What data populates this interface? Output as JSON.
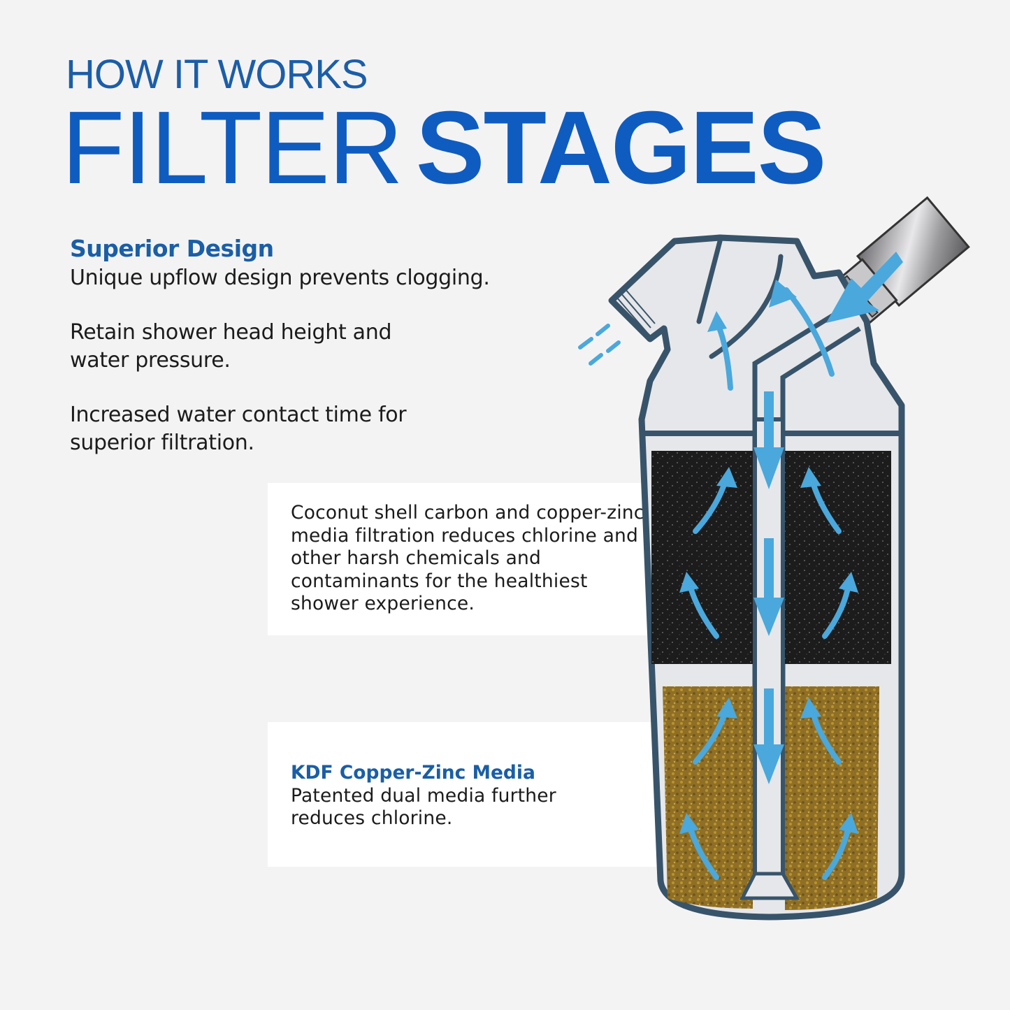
{
  "header": {
    "kicker": "HOW IT WORKS",
    "title_light": "FILTER",
    "title_bold": "STAGES"
  },
  "design_section": {
    "heading": "Superior Design",
    "paragraphs": [
      "Unique upflow design prevents clogging.",
      "Retain shower head height and water pressure.",
      "Increased water contact time for superior filtration."
    ]
  },
  "stage_cards": [
    {
      "heading": "",
      "body": "Coconut shell carbon and copper-zinc media filtration reduces chlorine and other harsh chemicals and contaminants for the healthiest shower experience."
    },
    {
      "heading": "KDF Copper-Zinc Media",
      "body": "Patented dual media further reduces chlorine."
    }
  ],
  "diagram": {
    "icons": [
      "shower-filter-cutaway",
      "inlet-pipe",
      "water-flow-arrows",
      "water-spray"
    ],
    "colors": {
      "outline": "#38546a",
      "housing": "#e6e7ea",
      "arrow": "#4aa8dc",
      "carbon": "#1e1e1e",
      "kdf": "#9a7a2c",
      "pipe_metal": "#9a9a9c"
    }
  },
  "colors": {
    "background": "#f4f3f4",
    "accent": "#0f5cc0",
    "subheading": "#1a5ea6",
    "text": "#1b1b1b",
    "card": "#ffffff"
  }
}
